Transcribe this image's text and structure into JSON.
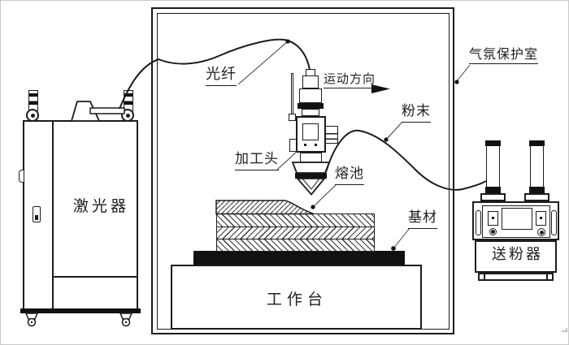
{
  "labels": {
    "fiber": "光纤",
    "motion_direction": "运动方向",
    "atmosphere_chamber": "气氛保护室",
    "powder": "粉末",
    "processing_head": "加工头",
    "melt_pool": "熔池",
    "substrate": "基材",
    "laser": "激光器",
    "worktable": "工作台",
    "powder_feeder": "送粉器"
  },
  "colors": {
    "line": "#1c1c1c",
    "fill_black": "#111111",
    "background": "#ffffff"
  }
}
